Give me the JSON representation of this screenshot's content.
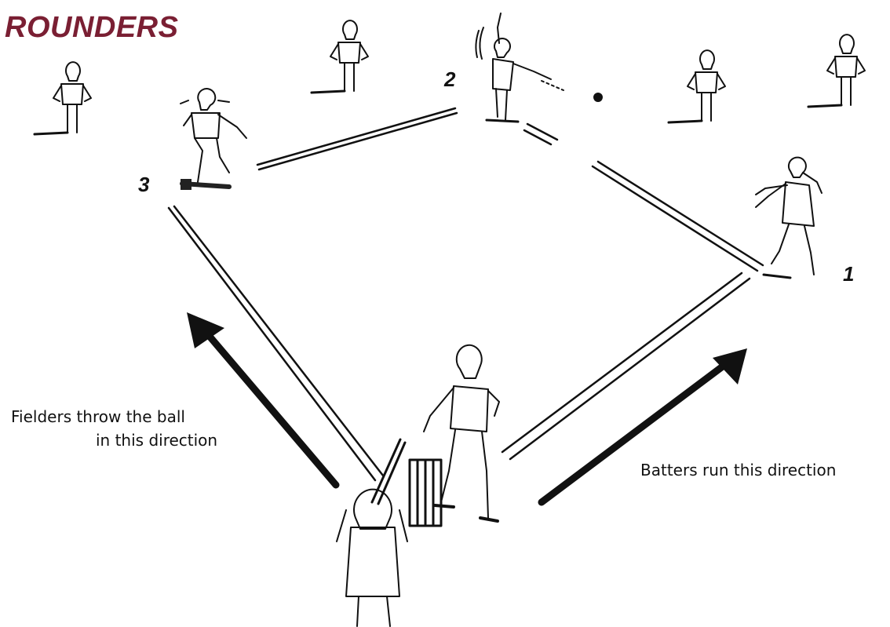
{
  "title": "ROUNDERS",
  "colors": {
    "title": "#7a1f33",
    "ink": "#111111"
  },
  "bases": {
    "first": "1",
    "second": "2",
    "third": "3"
  },
  "captions": {
    "fielders_line1": "Fielders throw the ball",
    "fielders_line2": "in this direction",
    "batters": "Batters run this direction"
  },
  "icons": [
    "fielder-figure",
    "bowler-figure",
    "batter-figure",
    "backstop-figure",
    "post",
    "ball",
    "arrow"
  ]
}
